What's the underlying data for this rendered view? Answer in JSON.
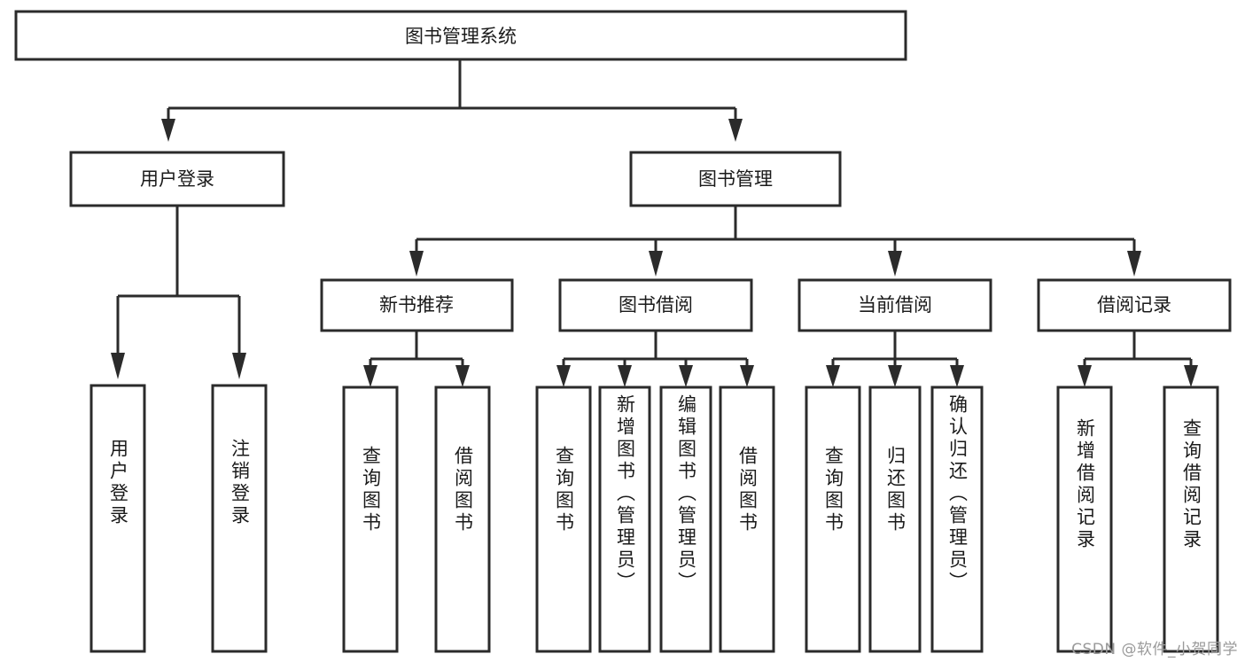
{
  "diagram": {
    "type": "tree-hierarchy",
    "title": "图书管理系统",
    "orientation": "top-down",
    "watermark": "CSDN @软件_小贺同学",
    "colors": {
      "stroke": "#2b2b2b",
      "fill": "#ffffff",
      "text": "#1a1a1a",
      "watermark": "#9a9a9a"
    },
    "root": {
      "label": "图书管理系统"
    },
    "level2": [
      {
        "label": "用户登录"
      },
      {
        "label": "图书管理"
      }
    ],
    "level3": [
      {
        "label": "新书推荐"
      },
      {
        "label": "图书借阅"
      },
      {
        "label": "当前借阅"
      },
      {
        "label": "借阅记录"
      }
    ],
    "leaves": {
      "user_login": [
        {
          "label": "用户登录"
        },
        {
          "label": "注销登录"
        }
      ],
      "new_book_rec": [
        {
          "label": "查询图书"
        },
        {
          "label": "借阅图书"
        }
      ],
      "book_borrow": [
        {
          "label": "查询图书"
        },
        {
          "label": "新增图书（管理员）"
        },
        {
          "label": "编辑图书（管理员）"
        },
        {
          "label": "借阅图书"
        }
      ],
      "current_borrow": [
        {
          "label": "查询图书"
        },
        {
          "label": "归还图书"
        },
        {
          "label": "确认归还（管理员）"
        }
      ],
      "borrow_record": [
        {
          "label": "新增借阅记录"
        },
        {
          "label": "查询借阅记录"
        }
      ]
    }
  }
}
